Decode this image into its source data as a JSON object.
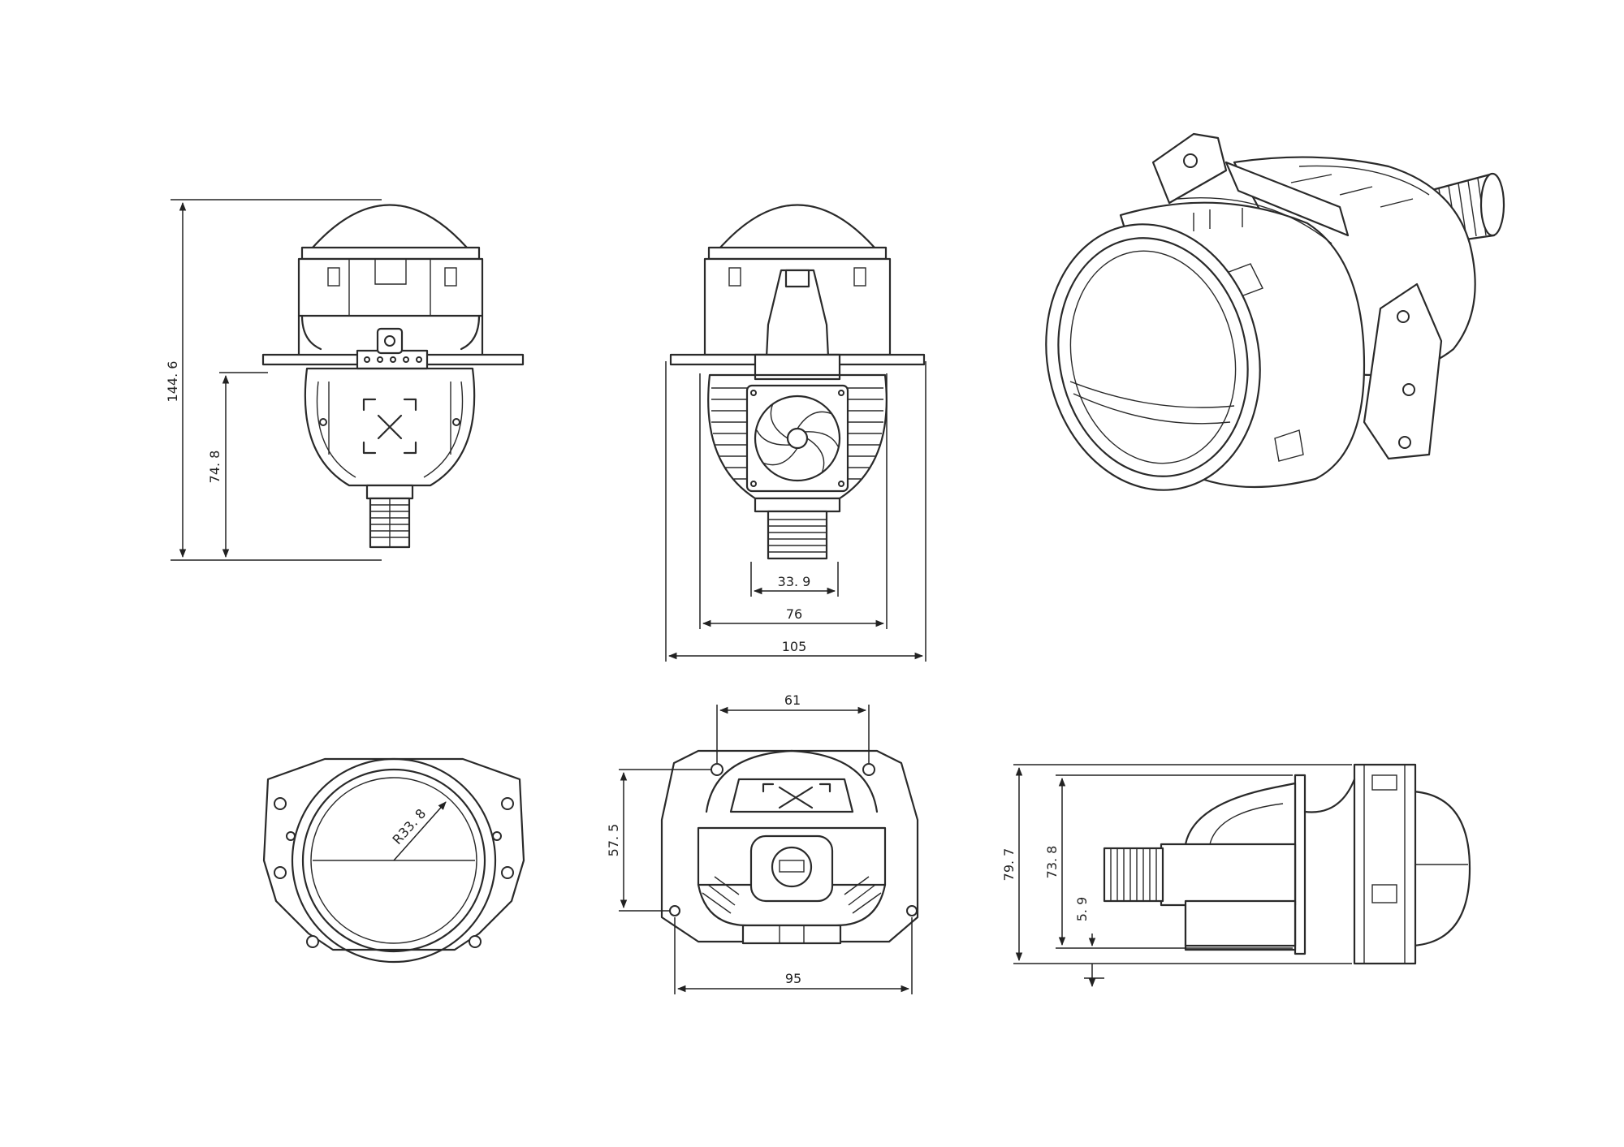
{
  "dimensions": {
    "total_height": "144. 6",
    "lower_height": "74. 8",
    "thread_width": "33. 9",
    "body_width": "76",
    "flange_width": "105",
    "top_hole_spacing": "61",
    "side_height": "57. 5",
    "bottom_hole_spacing": "95",
    "lens_radius": "R33. 8",
    "profile_height": "79. 7",
    "profile_inner_height": "73. 8",
    "offset": "5. 9"
  },
  "colors": {
    "line": "#2a2a2a",
    "background": "#ffffff"
  }
}
